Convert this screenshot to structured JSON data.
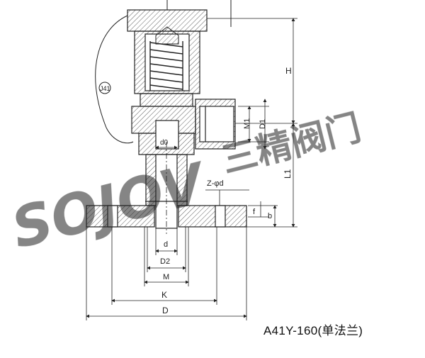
{
  "drawing": {
    "caption": "A41Y-160(单法兰)",
    "labels": {
      "H": "H",
      "L1": "L1",
      "M1": "M1",
      "D1": "D1",
      "d0": "d0",
      "Z_phi_d": "Z-φd",
      "f": "f",
      "b": "b",
      "d": "d",
      "D2": "D2",
      "M": "M",
      "K": "K",
      "D": "D",
      "lead_seal": "J41"
    }
  },
  "watermark": {
    "brand": "SOJOV",
    "chinese": "三精阀门"
  }
}
